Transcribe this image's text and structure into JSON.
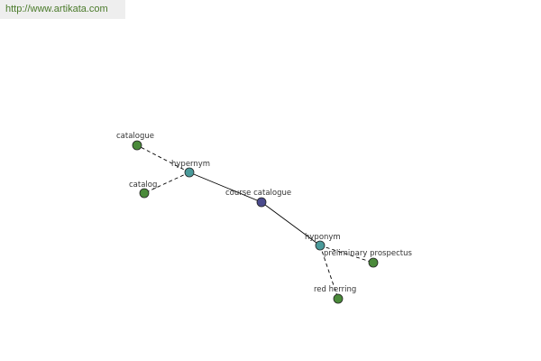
{
  "header": {
    "url": "http://www.artikata.com",
    "url_color": "#4a7a2a"
  },
  "graph": {
    "colors": {
      "center": "#4a4a8c",
      "relation": "#4a9a9a",
      "term": "#4a8a3a",
      "edge": "#000000"
    },
    "nodes": [
      {
        "id": "course-catalogue",
        "label": "course catalogue",
        "role": "center"
      },
      {
        "id": "hypernym",
        "label": "hypernym",
        "role": "relation"
      },
      {
        "id": "hyponym",
        "label": "hyponym",
        "role": "relation"
      },
      {
        "id": "catalogue",
        "label": "catalogue",
        "role": "term"
      },
      {
        "id": "catalog",
        "label": "catalog",
        "role": "term"
      },
      {
        "id": "preliminary-prospectus",
        "label": "preliminary prospectus",
        "role": "term"
      },
      {
        "id": "red-herring",
        "label": "red herring",
        "role": "term"
      }
    ],
    "edges": [
      {
        "from": "course-catalogue",
        "to": "hypernym",
        "style": "solid"
      },
      {
        "from": "course-catalogue",
        "to": "hyponym",
        "style": "solid"
      },
      {
        "from": "hypernym",
        "to": "catalogue",
        "style": "dashed"
      },
      {
        "from": "hypernym",
        "to": "catalog",
        "style": "dashed"
      },
      {
        "from": "hyponym",
        "to": "preliminary-prospectus",
        "style": "dashed"
      },
      {
        "from": "hyponym",
        "to": "red-herring",
        "style": "dashed"
      }
    ]
  }
}
